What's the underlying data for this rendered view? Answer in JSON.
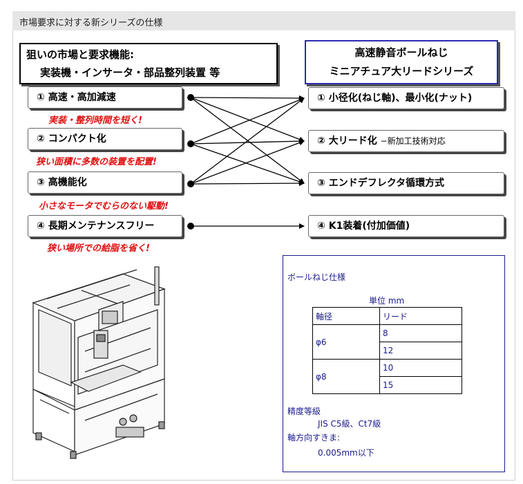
{
  "header": {
    "title": "市場要求に対する新シリーズの仕様"
  },
  "market": {
    "line1": "狙いの市場と要求機能:",
    "line2": "実装機・インサータ・部品整列装置 等"
  },
  "series": {
    "line1": "高速静音ボールねじ",
    "line2": "ミニアチュア大リードシリーズ"
  },
  "requirements": [
    {
      "label": "① 高速・高加減速",
      "note": "実装・整列時間を短く!"
    },
    {
      "label": "② コンパクト化",
      "note": "狭い面積に多数の装置を配置!"
    },
    {
      "label": "③ 高機能化",
      "note": "小さなモータでむらのない駆動!"
    },
    {
      "label": "④ 長期メンテナンスフリー",
      "note": "狭い場所での給脂を省く!"
    }
  ],
  "features": [
    {
      "label": "① 小径化(ねじ軸)、最小化(ナット)"
    },
    {
      "label": "② 大リード化 ",
      "suffix": "−新加工技術対応"
    },
    {
      "label": "③ エンドデフレクタ循環方式"
    },
    {
      "label": "④ K1装着(付加価値)"
    }
  ],
  "connections": [
    [
      0,
      0
    ],
    [
      0,
      1
    ],
    [
      0,
      2
    ],
    [
      1,
      0
    ],
    [
      1,
      1
    ],
    [
      1,
      2
    ],
    [
      2,
      0
    ],
    [
      2,
      1
    ],
    [
      2,
      2
    ],
    [
      3,
      3
    ]
  ],
  "spec": {
    "title": "ボールねじ仕様",
    "unit": "単位 mm",
    "headers": [
      "軸径",
      "リード"
    ],
    "rows": [
      {
        "diameter": "φ6",
        "leads": [
          "8",
          "12"
        ]
      },
      {
        "diameter": "φ8",
        "leads": [
          "10",
          "15"
        ]
      }
    ],
    "accuracy_label": "精度等級",
    "accuracy_value": "JIS C5級、Ct7級",
    "backlash_label": "軸方向すきま:",
    "backlash_value": "0.005mm以下"
  },
  "colors": {
    "accent_red": "#e01010",
    "spec_blue": "#1a1a8c",
    "series_border": "#2a2ab0"
  }
}
